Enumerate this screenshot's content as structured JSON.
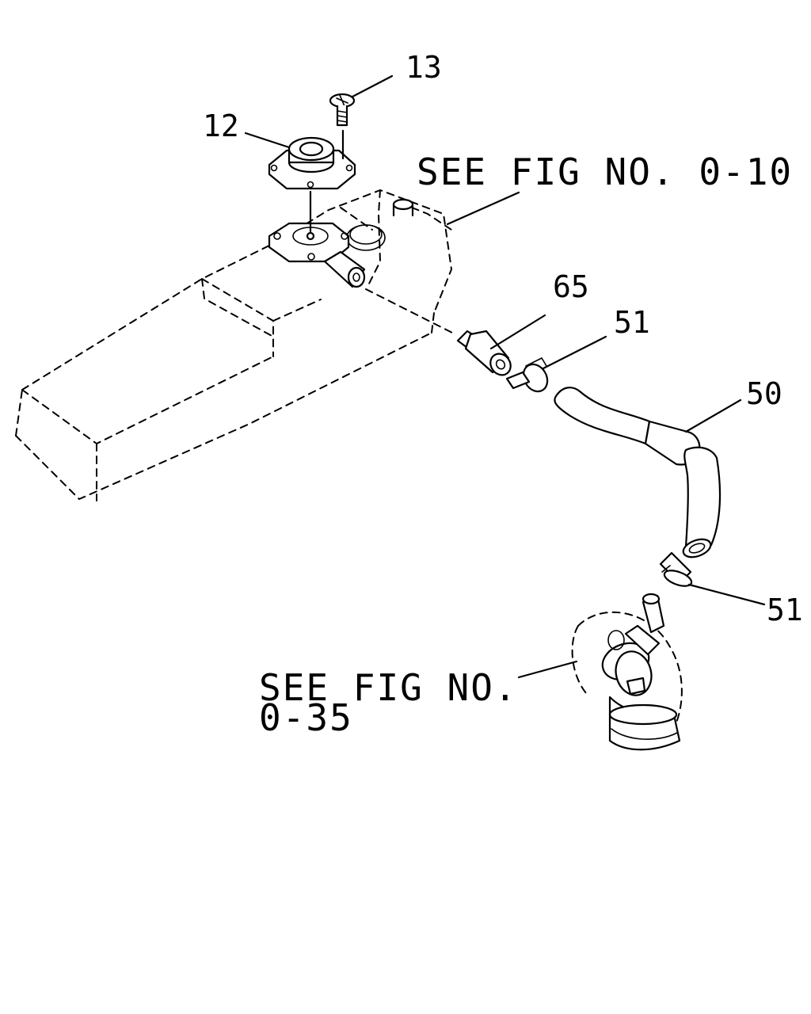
{
  "callouts": {
    "c13": "13",
    "c12": "12",
    "c65": "65",
    "c51_upper": "51",
    "c50": "50",
    "c51_lower": "51"
  },
  "references": {
    "fig_0_10": "SEE FIG NO. 0-10",
    "fig_0_35_line1": "SEE FIG NO.",
    "fig_0_35_line2": "0-35"
  }
}
